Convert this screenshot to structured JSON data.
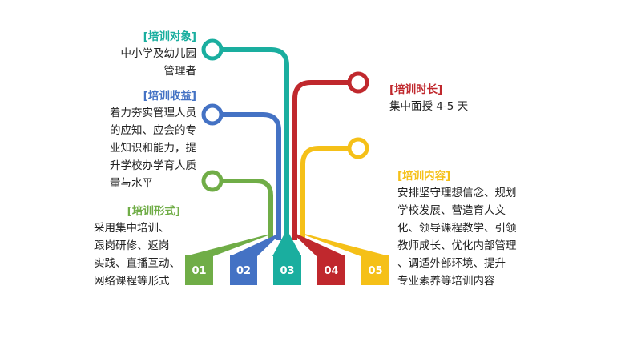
{
  "colors": {
    "teal": "#1aae9f",
    "blue": "#4472c4",
    "green": "#70ad47",
    "red": "#c0282d",
    "yellow": "#f5c018"
  },
  "sections": {
    "target": {
      "heading": "[培训对象]",
      "body": "中小学及幼儿园\n管理者"
    },
    "benefit": {
      "heading": "[培训收益]",
      "body": "着力夯实管理人员\n的应知、应会的专\n业知识和能力，提\n升学校办学育人质\n量与水平"
    },
    "form": {
      "heading": "[培训形式]",
      "body": "采用集中培训、\n跟岗研修、返岗\n实践、直播互动、\n网络课程等形式"
    },
    "duration": {
      "heading": "[培训时长]",
      "body": "集中面授 4-5 天"
    },
    "content": {
      "heading": "[培训内容]",
      "body": "安排坚守理想信念、规划\n学校发展、营造育人文\n化、领导课程教学、引领\n教师成长、优化内部管理\n、调适外部环境、提升\n专业素养等培训内容"
    }
  },
  "tabs": [
    "01",
    "02",
    "03",
    "04",
    "05"
  ]
}
